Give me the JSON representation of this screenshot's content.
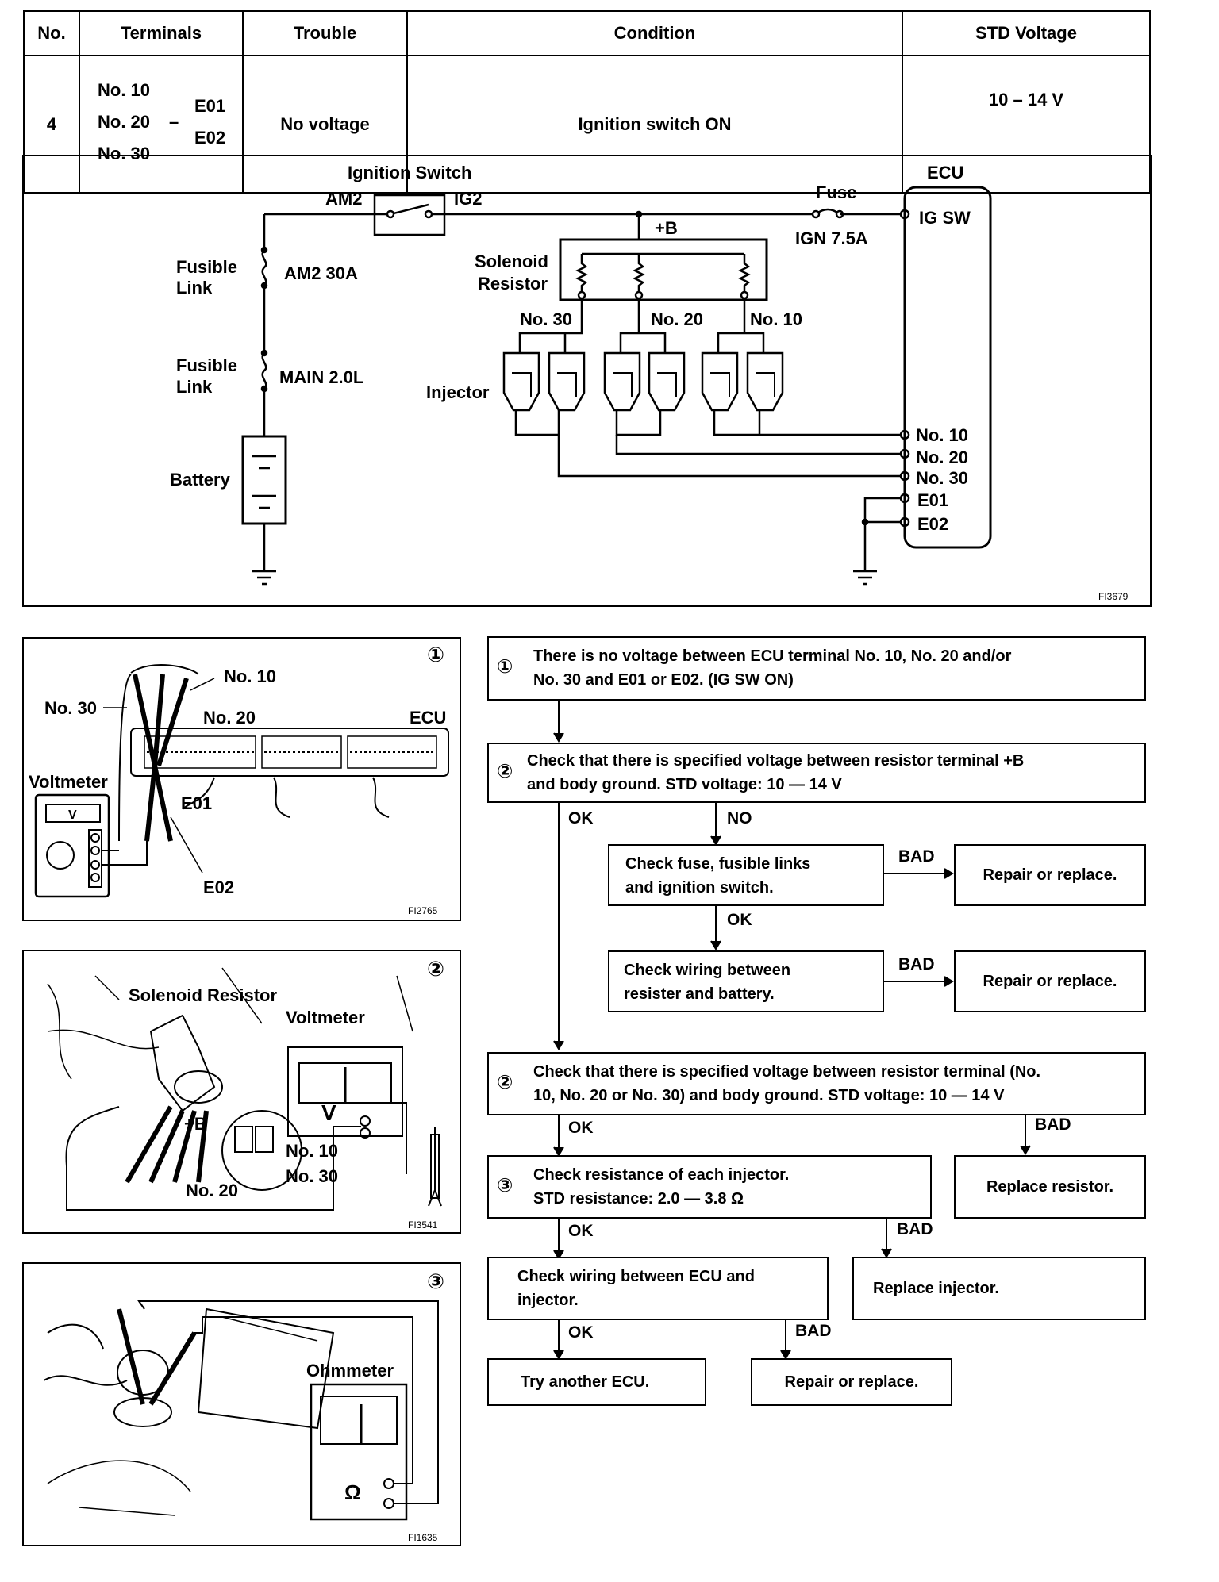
{
  "table": {
    "headers": [
      "No.",
      "Terminals",
      "Trouble",
      "Condition",
      "STD Voltage"
    ],
    "row": {
      "no": "4",
      "terminals_left": [
        "No. 10",
        "No. 20",
        "No. 30"
      ],
      "terminals_dash": "–",
      "terminals_right": [
        "E01",
        "E02"
      ],
      "trouble": "No voltage",
      "condition": "Ignition switch ON",
      "std_voltage": "10 – 14 V"
    }
  },
  "circuit": {
    "ignition_switch": "Ignition Switch",
    "am2": "AM2",
    "ig2": "IG2",
    "fusible_link_1": [
      "Fusible",
      "Link"
    ],
    "am2_30a": "AM2 30A",
    "fusible_link_2": [
      "Fusible",
      "Link"
    ],
    "main_2_0l": "MAIN 2.0L",
    "battery": "Battery",
    "b_plus": "+B",
    "solenoid_resistor": [
      "Solenoid",
      "Resistor"
    ],
    "fuse": "Fuse",
    "ign_7_5a": "IGN 7.5A",
    "ecu": "ECU",
    "ig_sw": "IG SW",
    "no30": "No. 30",
    "no20": "No. 20",
    "no10": "No. 10",
    "injector": "Injector",
    "ecu_terminals": [
      "No. 10",
      "No. 20",
      "No. 30",
      "E01",
      "E02"
    ],
    "fig_code": "FI3679"
  },
  "illus1": {
    "circle": "①",
    "no10": "No. 10",
    "no30": "No. 30",
    "no20": "No. 20",
    "ecu": "ECU",
    "voltmeter": "Voltmeter",
    "v": "V",
    "e01": "E01",
    "e02": "E02",
    "fig_code": "FI2765"
  },
  "illus2": {
    "circle": "②",
    "solenoid_resistor": "Solenoid Resistor",
    "voltmeter": "Voltmeter",
    "b_plus": "+B",
    "v": "V",
    "no10": "No. 10",
    "no30": "No. 30",
    "no20": "No. 20",
    "fig_code": "FI3541"
  },
  "illus3": {
    "circle": "③",
    "ohmmeter": "Ohmmeter",
    "omega": "Ω",
    "fig_code": "FI1635"
  },
  "flow": {
    "b1": {
      "num": "①",
      "lines": [
        "There is no voltage between ECU terminal No. 10, No. 20 and/or",
        "No. 30 and E01 or E02. (IG SW ON)"
      ]
    },
    "b2": {
      "num": "②",
      "lines": [
        "Check that there is specified voltage between resistor terminal +B",
        "and body ground.    STD voltage:  10 — 14 V"
      ]
    },
    "ok1": "OK",
    "no1": "NO",
    "b3": {
      "lines": [
        "Check fuse, fusible links",
        "and ignition switch."
      ]
    },
    "bad1": "BAD",
    "r1": "Repair or replace.",
    "ok2": "OK",
    "b4": {
      "lines": [
        "Check wiring between",
        "resister and battery."
      ]
    },
    "bad2": "BAD",
    "r2": "Repair or replace.",
    "b5": {
      "num": "②",
      "lines": [
        "Check that there is specified voltage between resistor terminal (No.",
        "10, No. 20 or No. 30) and body ground.   STD voltage:  10 — 14 V"
      ]
    },
    "ok3": "OK",
    "bad3": "BAD",
    "r3": "Replace resistor.",
    "b6": {
      "num": "③",
      "lines": [
        "Check resistance of each injector.",
        "STD resistance:  2.0 — 3.8 Ω"
      ]
    },
    "ok4": "OK",
    "bad4": "BAD",
    "r4": "Replace injector.",
    "b7": {
      "lines": [
        "Check wiring between ECU and",
        "injector."
      ]
    },
    "ok5": "OK",
    "bad5": "BAD",
    "r5": "Try another ECU.",
    "r6": "Repair or replace."
  }
}
